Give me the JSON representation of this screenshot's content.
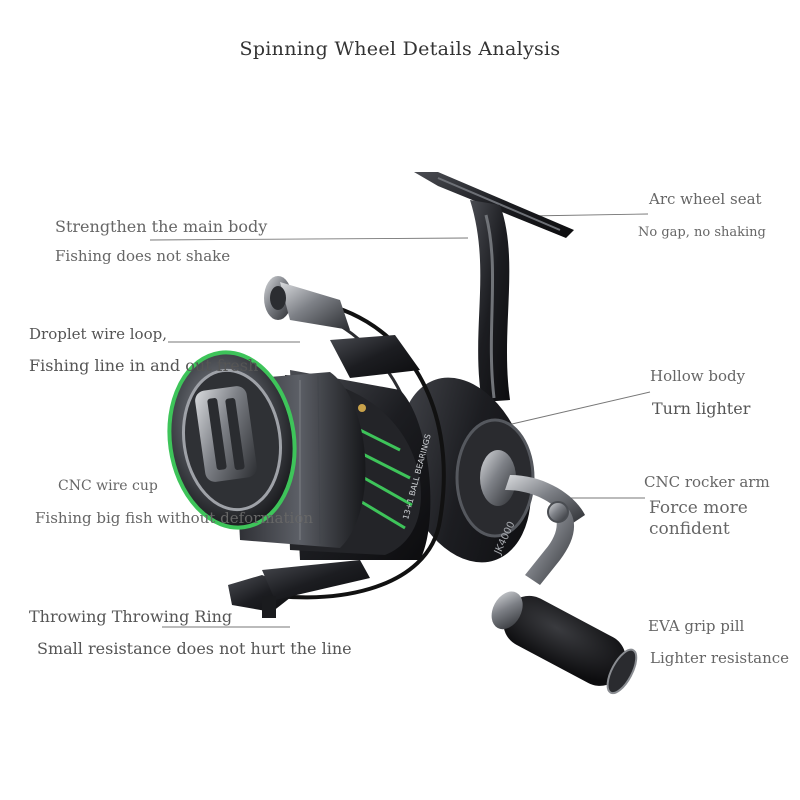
{
  "title": "Spinning Wheel Details Analysis",
  "callouts": {
    "main_body_1": "Strengthen the main body",
    "main_body_2": "Fishing does not shake",
    "arc_seat_1": "Arc wheel seat",
    "arc_seat_2": "No gap, no shaking",
    "droplet_1": "Droplet wire loop,",
    "droplet_2": "Fishing line in and out fresh",
    "hollow_1": "Hollow body",
    "hollow_2": "Turn lighter",
    "cup_1": "CNC wire cup",
    "cup_2": "Fishing big fish without deformation",
    "rocker_1": "CNC rocker arm",
    "rocker_2a": "Force more",
    "rocker_2b": "confident",
    "ring_1": "Throwing Throwing Ring",
    "ring_2": "Small resistance does not hurt the line",
    "grip_1": "EVA grip pill",
    "grip_2": "Lighter resistance"
  },
  "product_marks": {
    "spool_text": "JK4000",
    "bearing_text": "13+1 BALL BEARINGS"
  },
  "colors": {
    "accent_green": "#3ec45a",
    "body_dark": "#1c1d21",
    "metal": "#8a8d92",
    "leader_line": "#777777"
  }
}
